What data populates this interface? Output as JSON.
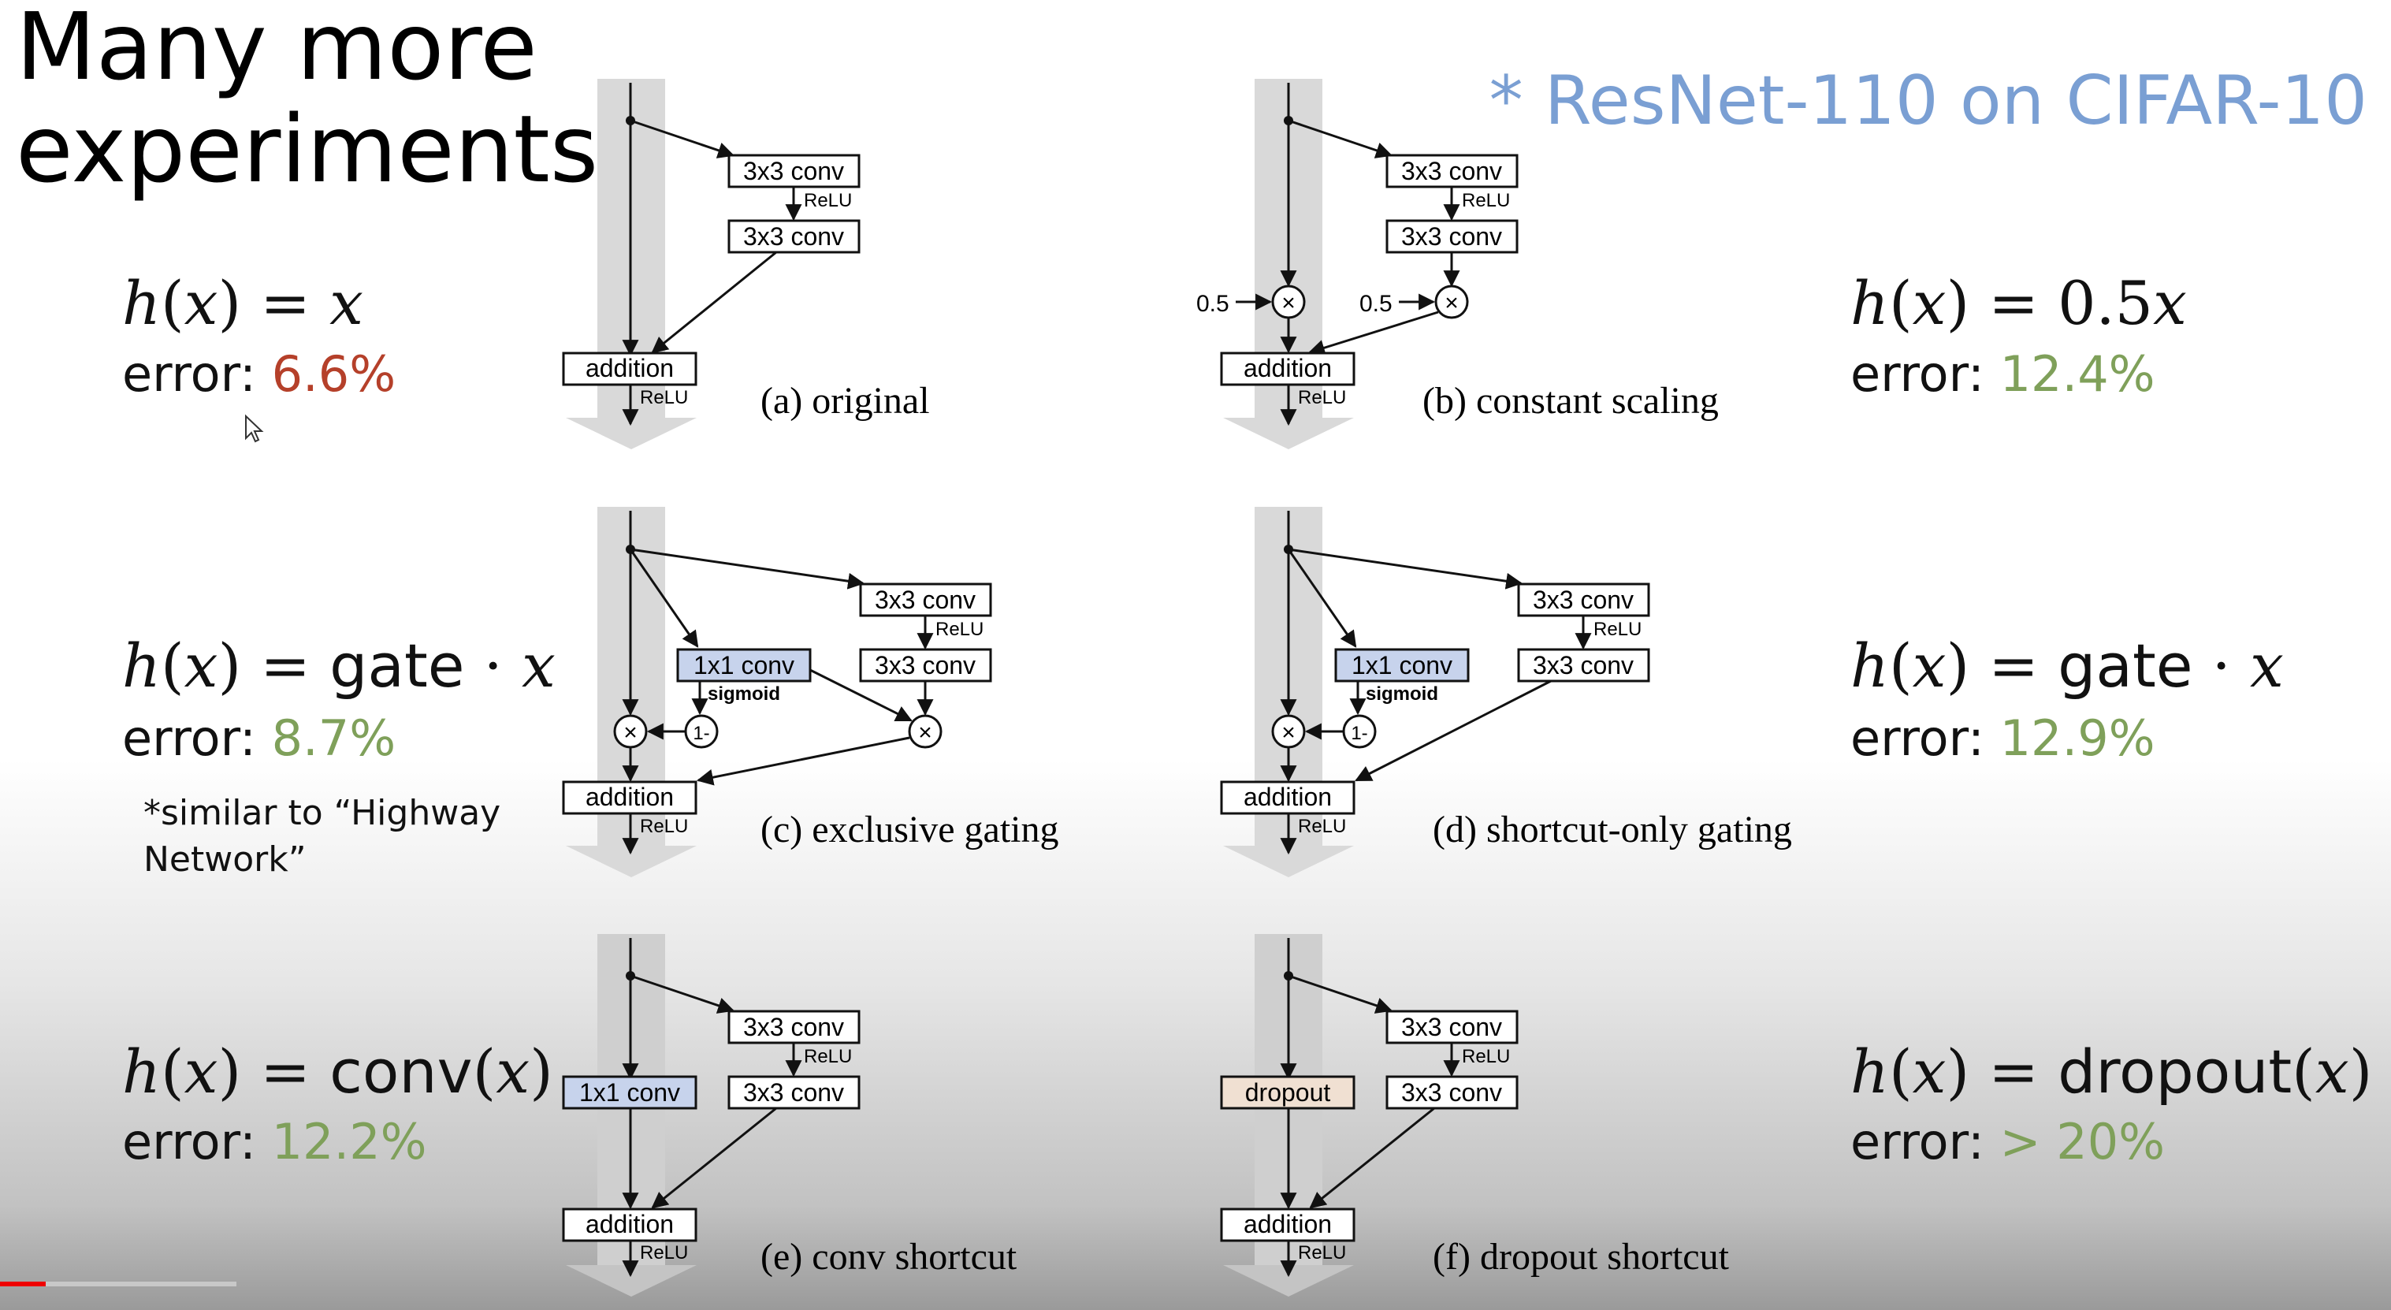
{
  "slide": {
    "title": "Many more\nexperiments!",
    "subtitle": "* ResNet-110 on CIFAR-10",
    "colors": {
      "subtitle": "#7a9fd3",
      "error_red": "#b5402a",
      "error_green": "#7fa05a",
      "gate_box": "#c7d3ec",
      "dropout_box": "#f0e0d2"
    },
    "a": {
      "formula_rhs": "x",
      "error_label": "error: ",
      "error_value": "6.6%",
      "caption": "(a) original"
    },
    "b": {
      "formula_rhs": "0.5",
      "formula_var": "x",
      "error_label": "error: ",
      "error_value": "12.4%",
      "caption": "(b) constant scaling"
    },
    "c": {
      "formula_rhs": "gate",
      "formula_var": "x",
      "error_label": "error: ",
      "error_value": "8.7%",
      "note": "*similar to “Highway\nNetwork”",
      "caption": "(c) exclusive gating"
    },
    "d": {
      "formula_rhs": "gate",
      "formula_var": "x",
      "error_label": "error: ",
      "error_value": "12.9%",
      "caption": "(d) shortcut-only gating"
    },
    "e": {
      "formula_fn": "conv",
      "formula_var": "x",
      "error_label": "error: ",
      "error_value": "12.2%",
      "caption": "(e) conv shortcut"
    },
    "f": {
      "formula_fn": "dropout",
      "formula_var": "x",
      "error_label": "error: ",
      "error_value": "> 20%",
      "caption": "(f) dropout shortcut"
    },
    "diagram_labels": {
      "conv3": "3x3 conv",
      "conv1": "1x1 conv",
      "relu": "ReLU",
      "addition": "addition",
      "sigmoid": "sigmoid",
      "one_minus": "1-",
      "scale": "0.5",
      "dropout": "dropout",
      "mult": "×"
    }
  },
  "player": {
    "progress_fraction": 0.019
  }
}
